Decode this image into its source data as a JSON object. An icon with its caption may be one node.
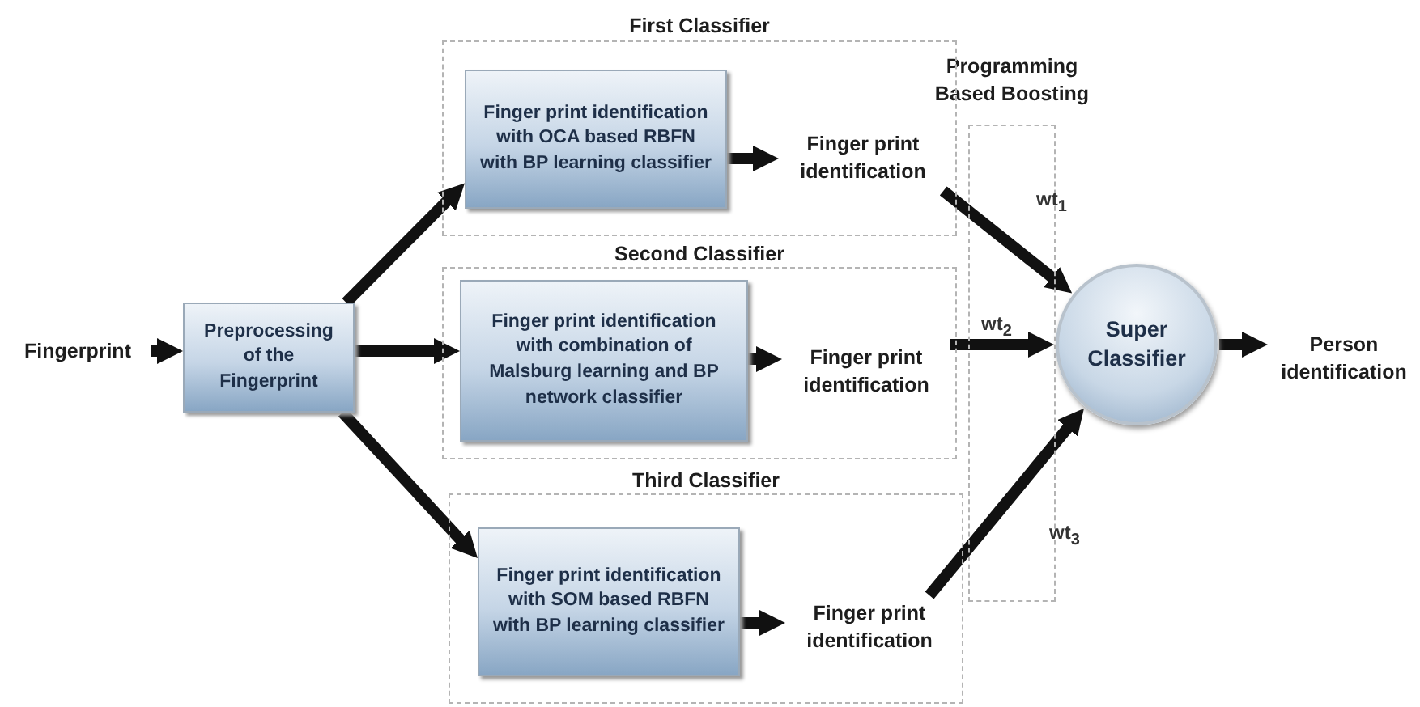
{
  "diagram": {
    "nodes": [
      {
        "text": [
          "Fingerprint"
        ]
      },
      {
        "text": [
          "Preprocessing of the Fingerprint"
        ]
      },
      {
        "text": [
          "First Classifier"
        ]
      },
      {
        "text": [
          "Finger print identification with OCA based RBFN with BP learning classifier"
        ],
        "in": 2
      },
      {
        "text": [
          "Finger print identification"
        ],
        "in": 2
      },
      {
        "text": [
          "Second Classifier"
        ]
      },
      {
        "text": [
          "Finger print identification with combination of Malsburg learning and BP network classifier"
        ],
        "in": 5
      },
      {
        "text": [
          "Finger print identification"
        ],
        "in": 5
      },
      {
        "text": [
          "Third  Classifier"
        ]
      },
      {
        "text": [
          "Finger print identification with SOM based RBFN with BP learning classifier"
        ],
        "in": 8
      },
      {
        "text": [
          "Finger print identification"
        ],
        "in": 8
      },
      {
        "text": [
          "Super Classifier"
        ]
      },
      {
        "text": [
          "Person identification"
        ]
      }
    ],
    "edges": [
      {
        "from": 0,
        "to": 1,
        "arrow": "to"
      },
      {
        "from": 1,
        "to": 3,
        "arrow": "to"
      },
      {
        "from": 1,
        "to": 6,
        "arrow": "to"
      },
      {
        "from": 1,
        "to": 9,
        "arrow": "to"
      },
      {
        "from": 3,
        "to": 4,
        "arrow": "to"
      },
      {
        "from": 6,
        "to": 7,
        "arrow": "to"
      },
      {
        "from": 9,
        "to": 10,
        "arrow": "to"
      },
      {
        "from": 4,
        "to": 11,
        "arrow": "to",
        "label": "wt$_{1}$"
      },
      {
        "from": 7,
        "to": 11,
        "arrow": "to",
        "label": "wt$_{2}$"
      },
      {
        "from": 10,
        "to": 11,
        "arrow": "to",
        "label": "wt$_{3}$"
      },
      {
        "from": 11,
        "to": 12,
        "arrow": "to"
      }
    ],
    "labels": [
      "Programming Based Boosting"
    ]
  }
}
